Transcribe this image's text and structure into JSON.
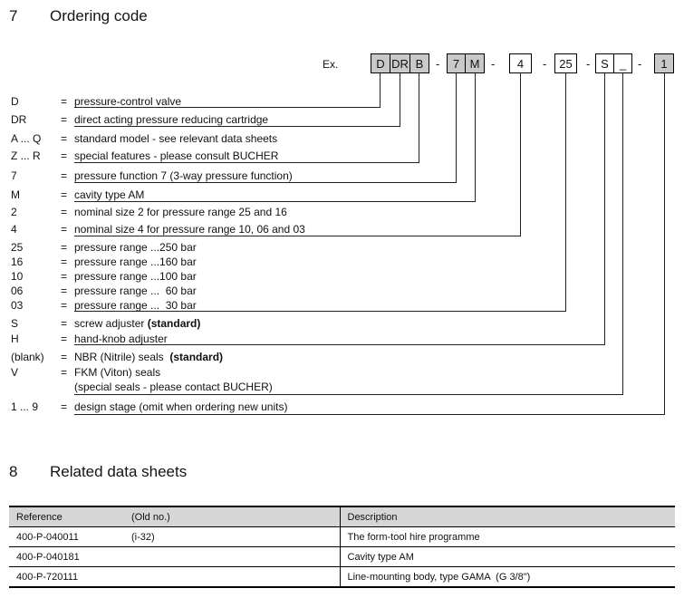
{
  "section7": {
    "number": "7",
    "title": "Ordering code"
  },
  "example": {
    "label": "Ex.",
    "separator": "-",
    "boxes": [
      {
        "text": "D"
      },
      {
        "text": "DR"
      },
      {
        "text": "B"
      },
      {
        "text": "7"
      },
      {
        "text": "M"
      },
      {
        "text": "4"
      },
      {
        "text": "25"
      },
      {
        "text": "S"
      },
      {
        "text": "_"
      },
      {
        "text": "1"
      }
    ]
  },
  "ordering_rows": [
    {
      "code": "D",
      "eq": "=",
      "desc": "pressure-control valve",
      "bold": ""
    },
    {
      "code": "DR",
      "eq": "=",
      "desc": "direct acting pressure reducing cartridge",
      "bold": ""
    },
    {
      "code": "A ... Q",
      "eq": "=",
      "desc": "standard model - see relevant data sheets",
      "bold": ""
    },
    {
      "code": "Z ... R",
      "eq": "=",
      "desc": "special features - please consult BUCHER",
      "bold": ""
    },
    {
      "code": "7",
      "eq": "=",
      "desc": "pressure function 7 (3-way pressure function)",
      "bold": ""
    },
    {
      "code": "M",
      "eq": "=",
      "desc": "cavity type AM",
      "bold": ""
    },
    {
      "code": "2",
      "eq": "=",
      "desc": "nominal size 2 for pressure range 25 and 16",
      "bold": ""
    },
    {
      "code": "4",
      "eq": "=",
      "desc": "nominal size 4 for pressure range 10, 06 and 03",
      "bold": ""
    },
    {
      "code": "25",
      "eq": "=",
      "desc": "pressure range ...250 bar",
      "bold": ""
    },
    {
      "code": "16",
      "eq": "=",
      "desc": "pressure range ...160 bar",
      "bold": ""
    },
    {
      "code": "10",
      "eq": "=",
      "desc": "pressure range ...100 bar",
      "bold": ""
    },
    {
      "code": "06",
      "eq": "=",
      "desc": "pressure range ...  60 bar",
      "bold": ""
    },
    {
      "code": "03",
      "eq": "=",
      "desc": "pressure range ...  30 bar",
      "bold": ""
    },
    {
      "code": "S",
      "eq": "=",
      "desc": "screw adjuster ",
      "bold": "(standard)"
    },
    {
      "code": "H",
      "eq": "=",
      "desc": "hand-knob adjuster",
      "bold": ""
    },
    {
      "code": "(blank)",
      "eq": "=",
      "desc": "NBR (Nitrile) seals  ",
      "bold": "(standard)"
    },
    {
      "code": "V",
      "eq": "=",
      "desc": "FKM (Viton) seals",
      "bold": ""
    },
    {
      "code": "",
      "eq": "",
      "desc": "(special seals - please contact BUCHER)",
      "bold": ""
    },
    {
      "code": "1 ... 9",
      "eq": "=",
      "desc": "design stage (omit when ordering new units)",
      "bold": ""
    }
  ],
  "section8": {
    "number": "8",
    "title": "Related data sheets"
  },
  "table": {
    "headers": [
      "Reference",
      "(Old no.)",
      "Description"
    ],
    "rows": [
      [
        "400-P-040011",
        "(i-32)",
        "The form-tool hire programme"
      ],
      [
        "400-P-040181",
        "",
        "Cavity type AM"
      ],
      [
        "400-P-720111",
        "",
        "Line-mounting body, type GAMA  (G 3/8\")"
      ]
    ]
  },
  "colors": {
    "box_shaded": "#c9c9c9",
    "table_header_bg": "#d6d6d6",
    "line": "#222222"
  }
}
